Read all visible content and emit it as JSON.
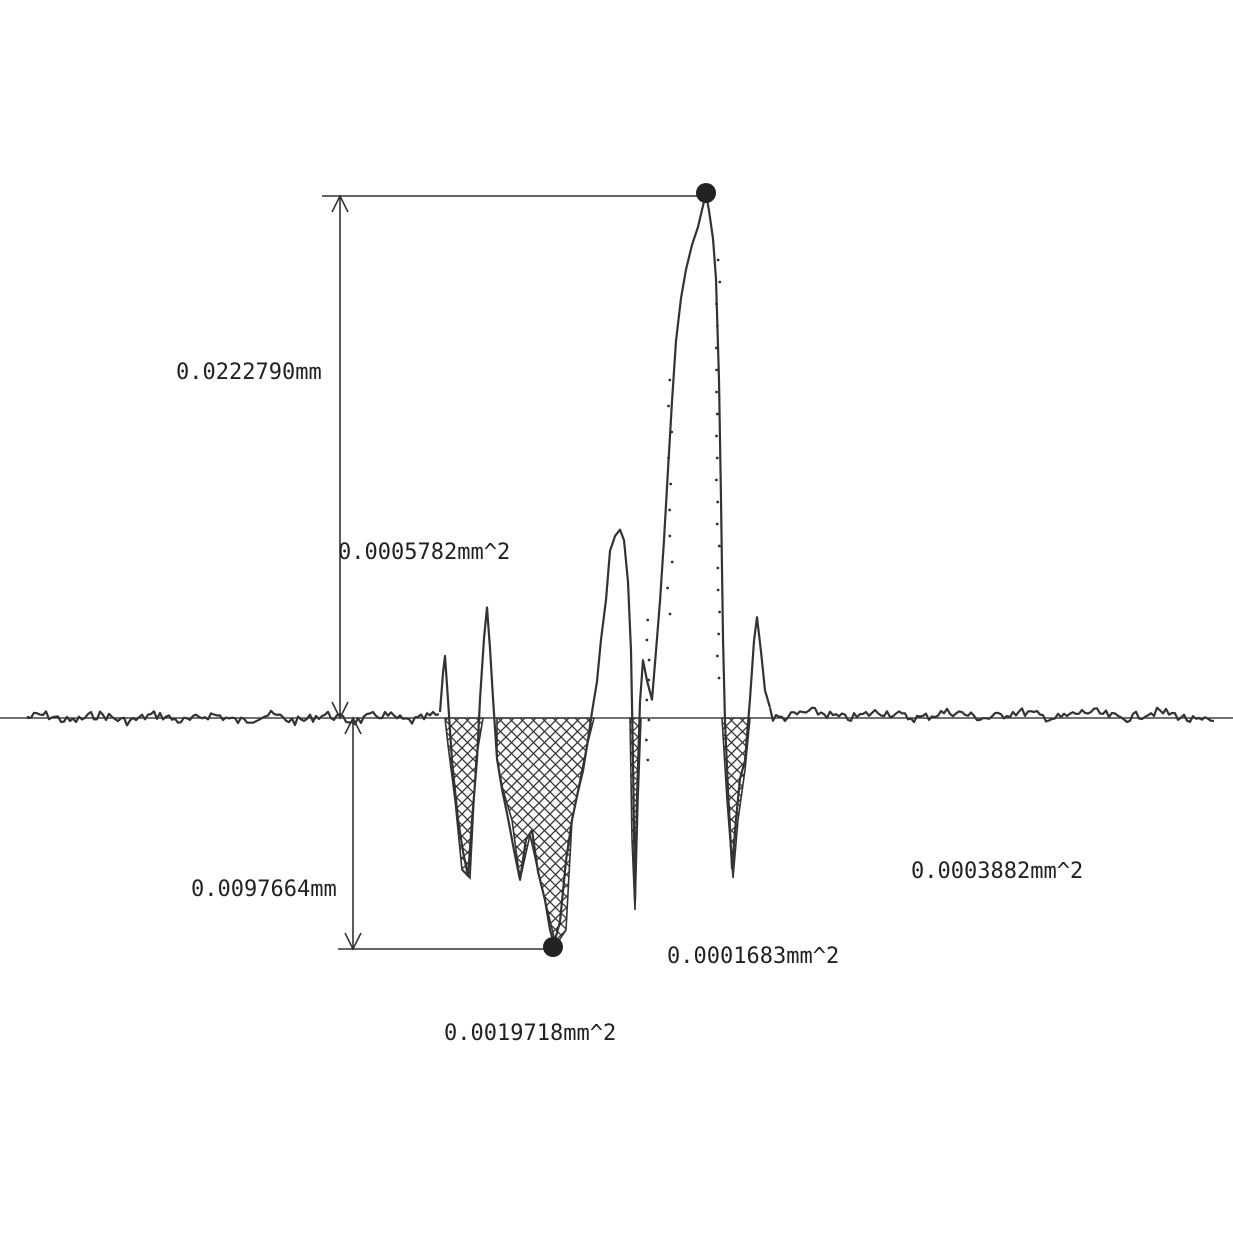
{
  "chart_data": {
    "type": "line",
    "title": "",
    "xlabel": "",
    "ylabel": "",
    "measurements": {
      "peak_height": "0.0222790mm",
      "valley_depth": "0.0097664mm"
    },
    "area_labels": [
      "0.0005782mm^2",
      "0.0019718mm^2",
      "0.0001683mm^2",
      "0.0003882mm^2"
    ],
    "colors": {
      "trace": "#333333",
      "background": "#ffffff"
    }
  }
}
